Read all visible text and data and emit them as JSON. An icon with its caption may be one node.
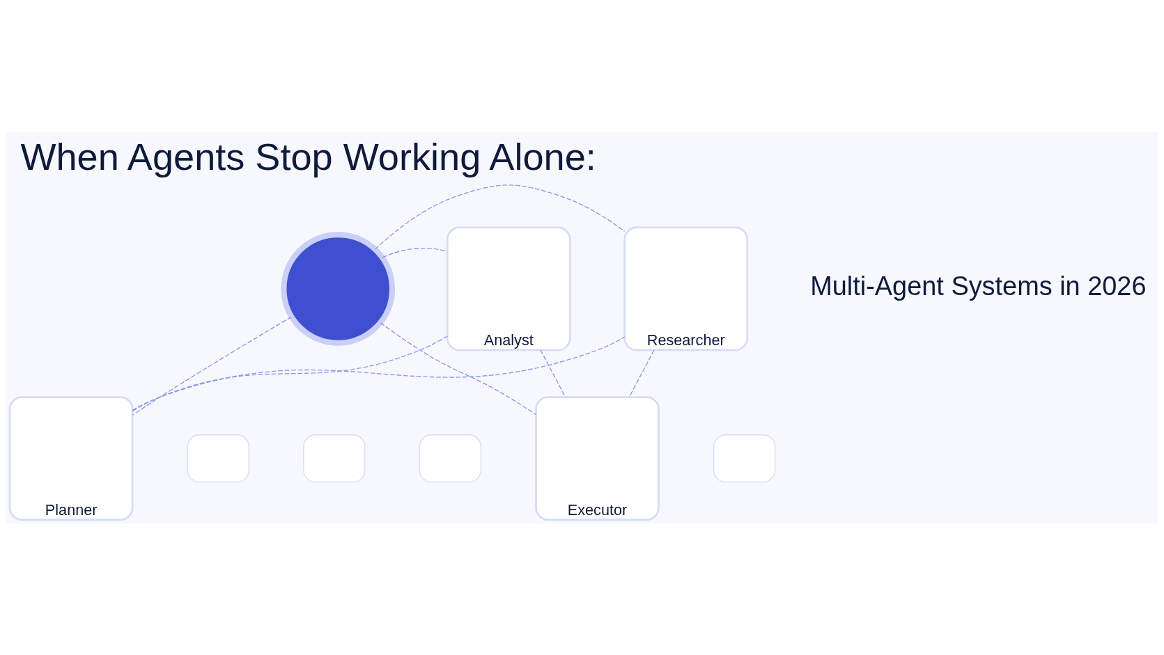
{
  "diagram": {
    "title": "When Agents Stop Working Alone:",
    "nodes": [
      {
        "text": [
          "Planner"
        ]
      },
      {
        "text": [
          "Researcher"
        ]
      },
      {
        "text": [],
        "shape": "circle"
      },
      {
        "text": [
          "Analyst"
        ]
      },
      {
        "text": [
          "Executor"
        ]
      },
      {
        "text": [],
        "shape": "box"
      },
      {
        "text": [],
        "shape": "box"
      },
      {
        "text": [],
        "shape": "box"
      },
      {
        "text": [],
        "shape": "box"
      }
    ],
    "edges": [
      {
        "from": 2,
        "to": 0,
        "arrow": "none",
        "style": "dashed"
      },
      {
        "from": 2,
        "to": 1,
        "arrow": "none",
        "style": "dashed"
      },
      {
        "from": 2,
        "to": 3,
        "arrow": "none",
        "style": "dashed"
      },
      {
        "from": 2,
        "to": 4,
        "arrow": "none",
        "style": "dashed"
      },
      {
        "from": 0,
        "to": 1,
        "arrow": "none",
        "style": "dashed"
      },
      {
        "from": 0,
        "to": 3,
        "arrow": "none",
        "style": "dashed"
      },
      {
        "from": 1,
        "to": 4,
        "arrow": "none",
        "style": "dashed"
      },
      {
        "from": 3,
        "to": 4,
        "arrow": "none",
        "style": "dashed"
      }
    ],
    "labels": [
      "Multi-Agent Systems in 2026"
    ]
  }
}
